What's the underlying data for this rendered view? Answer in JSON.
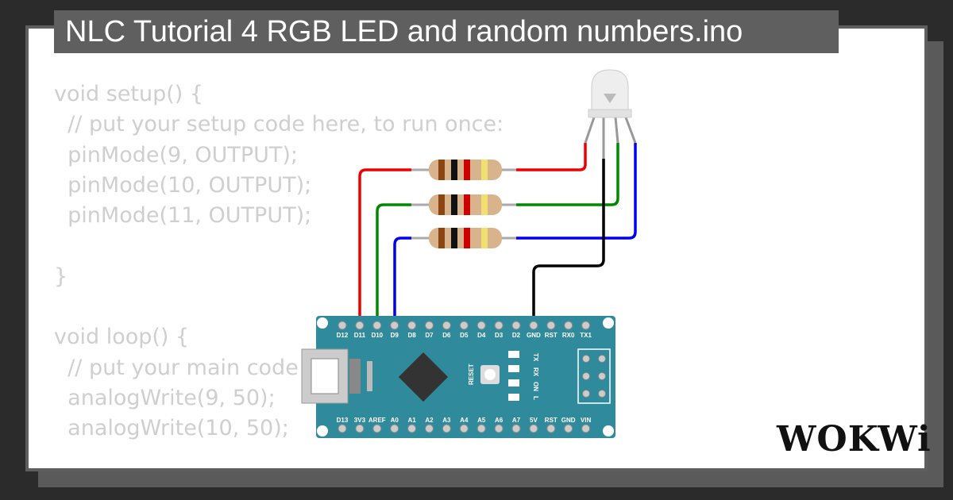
{
  "title": "NLC Tutorial 4 RGB LED and random numbers.ino",
  "code_lines": [
    "void setup() {",
    "  // put your setup code here, to run once:",
    "  pinMode(9, OUTPUT);",
    "  pinMode(10, OUTPUT);",
    "  pinMode(11, OUTPUT);",
    "",
    "}",
    "",
    "void loop() {",
    "  // put your main code here, to run repeatedly:",
    "  analogWrite(9, 50);",
    "  analogWrite(10, 50);"
  ],
  "board": {
    "top_pins": [
      "D12",
      "D11",
      "D10",
      "D9",
      "D8",
      "D7",
      "D6",
      "D5",
      "D4",
      "D3",
      "D2",
      "GND",
      "RST",
      "RX0",
      "TX1"
    ],
    "bottom_pins": [
      "D13",
      "3V3",
      "AREF",
      "A0",
      "A1",
      "A2",
      "A3",
      "A4",
      "A5",
      "A6",
      "A7",
      "5V",
      "RST",
      "GND",
      "VIN"
    ],
    "reset_label": "RESET",
    "led_labels": [
      "TX",
      "RX",
      "ON",
      "L"
    ]
  },
  "wire_colors": {
    "red": "#ee0000",
    "green": "#008800",
    "blue": "#0000ee",
    "black": "#000000"
  },
  "board_color": "#2f8b9b",
  "logo": "WOKWi"
}
